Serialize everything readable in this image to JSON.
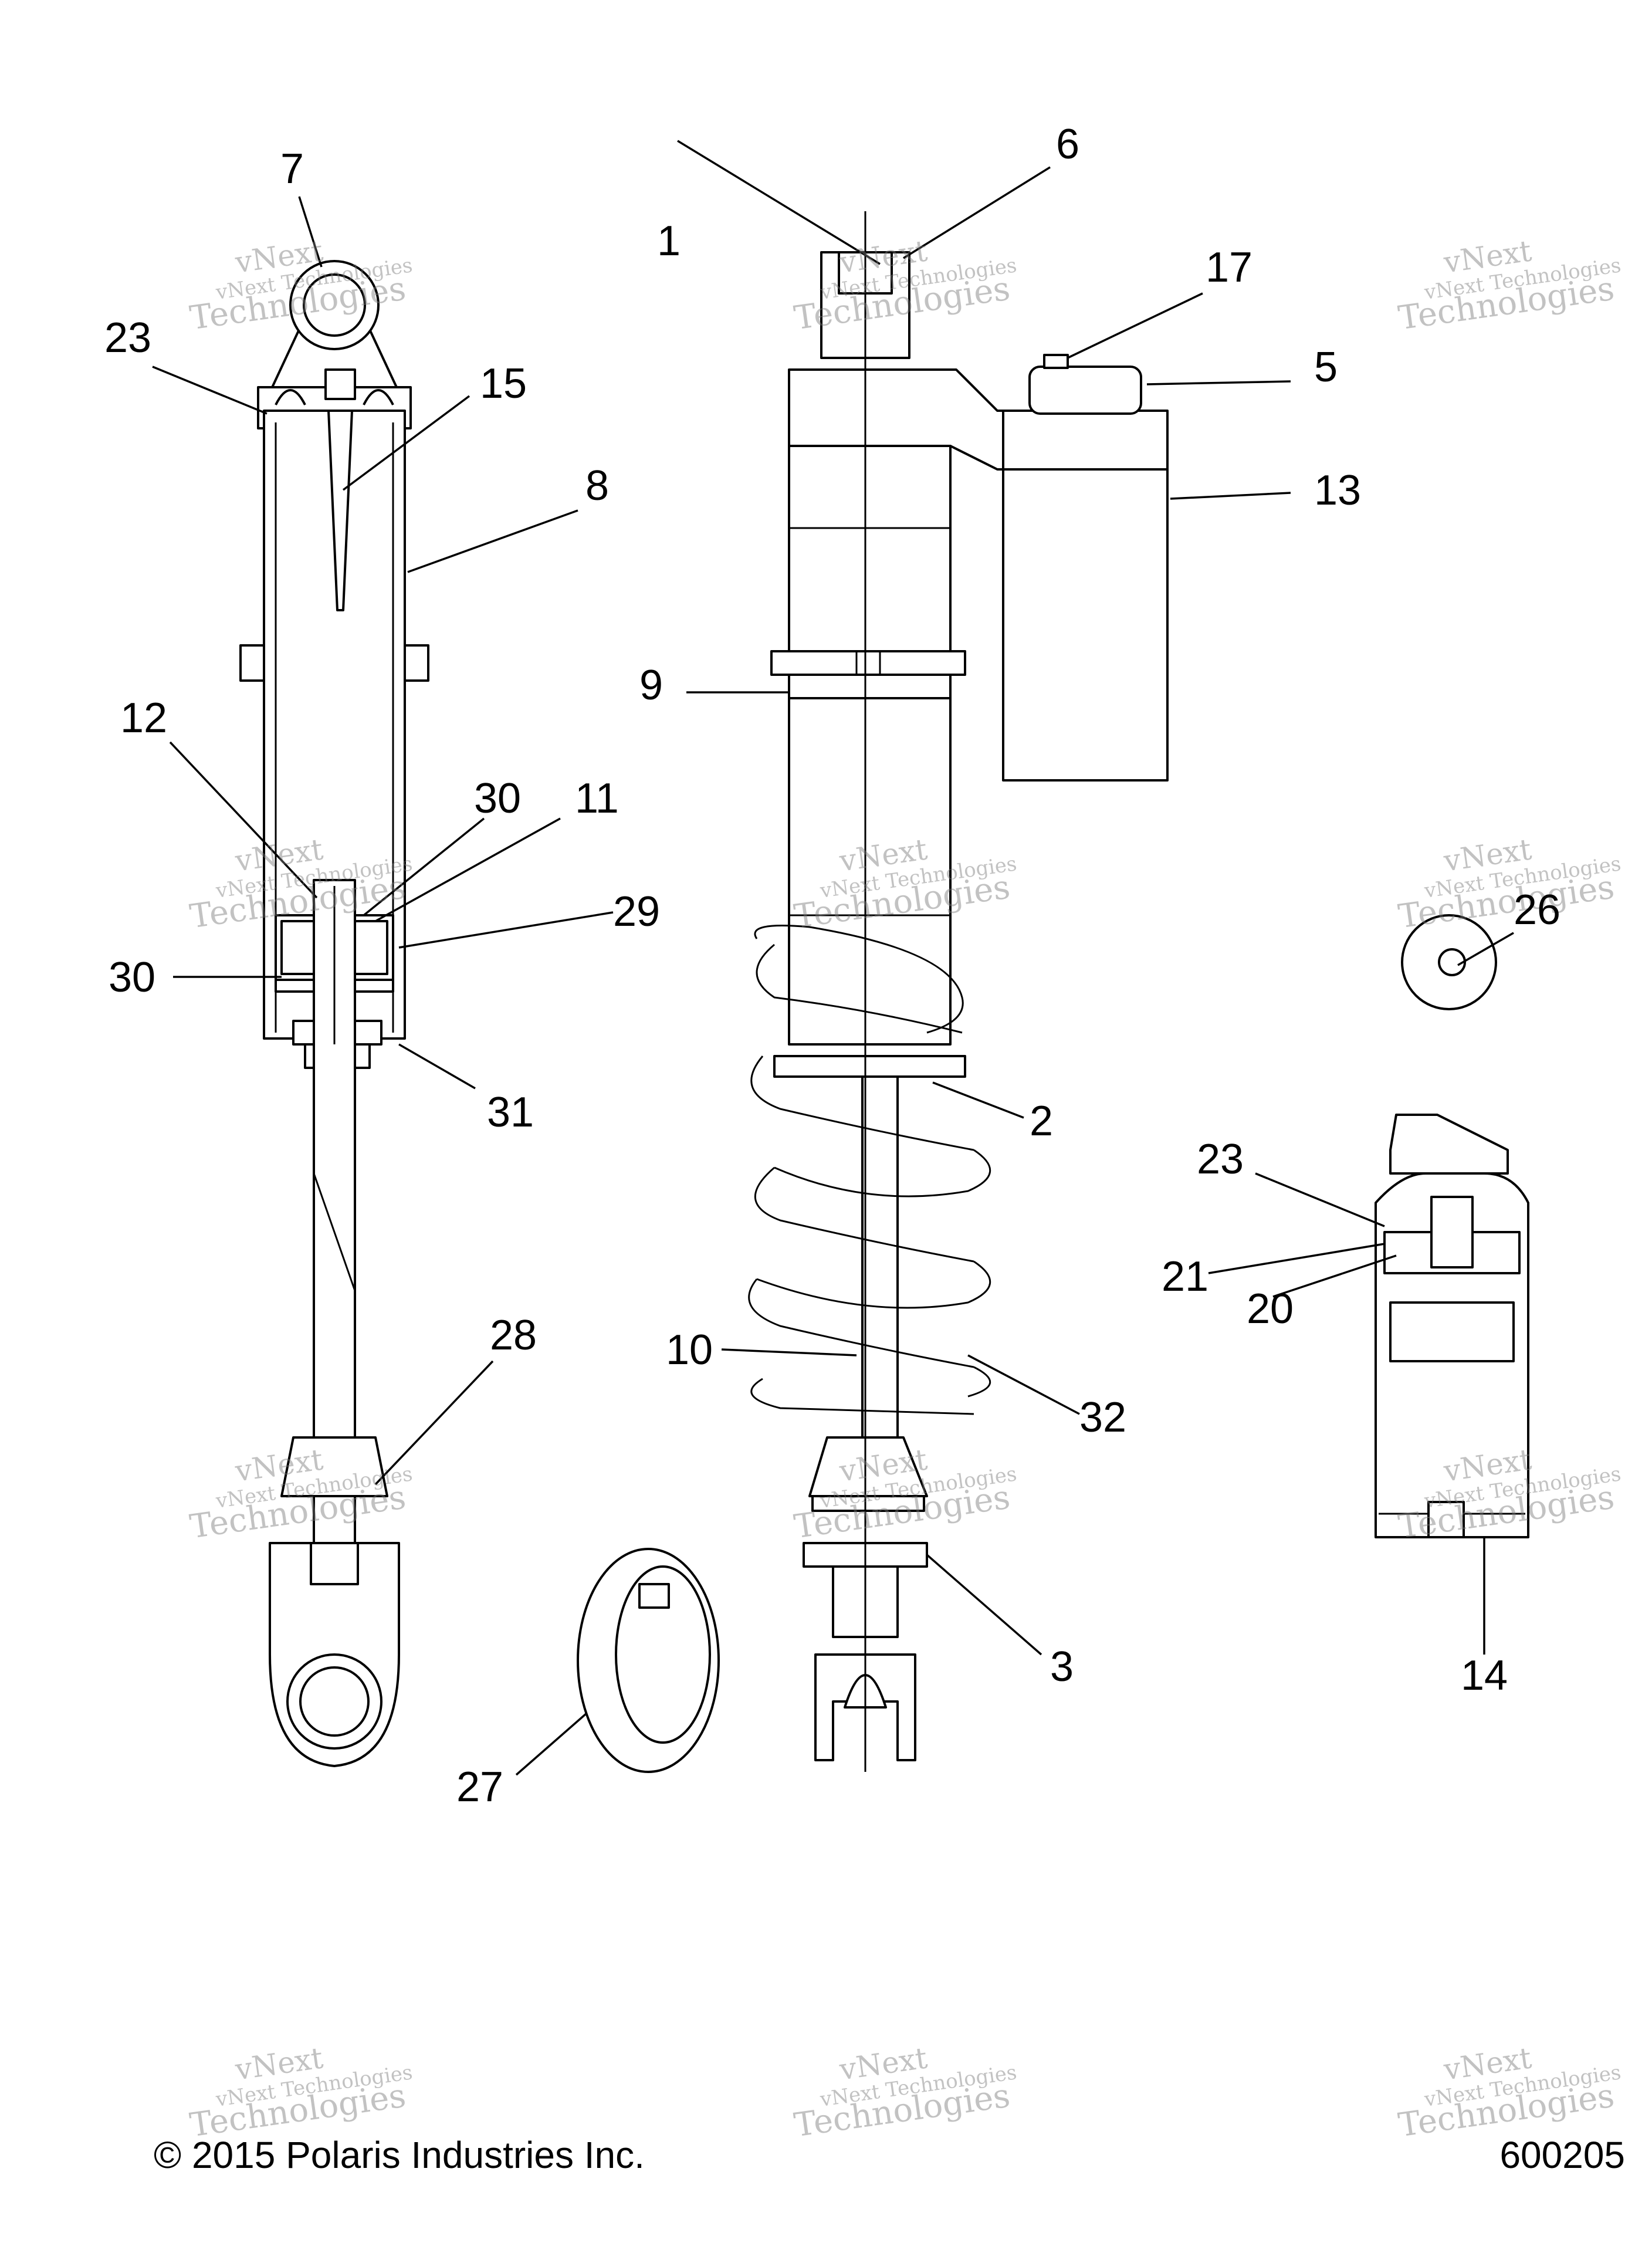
{
  "callouts": {
    "c1": "1",
    "c2": "2",
    "c3": "3",
    "c5": "5",
    "c6": "6",
    "c7": "7",
    "c8": "8",
    "c9": "9",
    "c10": "10",
    "c11": "11",
    "c12": "12",
    "c13": "13",
    "c14": "14",
    "c15": "15",
    "c17": "17",
    "c20": "20",
    "c21": "21",
    "c23a": "23",
    "c23b": "23",
    "c26": "26",
    "c27": "27",
    "c28": "28",
    "c29": "29",
    "c30a": "30",
    "c30b": "30",
    "c31": "31",
    "c32": "32"
  },
  "watermark": {
    "line1": "vNext Technologies",
    "line2": "vNext",
    "line3": "Technologies"
  },
  "footer": {
    "copyright": "© 2015 Polaris Industries Inc.",
    "figure_number": "600205"
  }
}
